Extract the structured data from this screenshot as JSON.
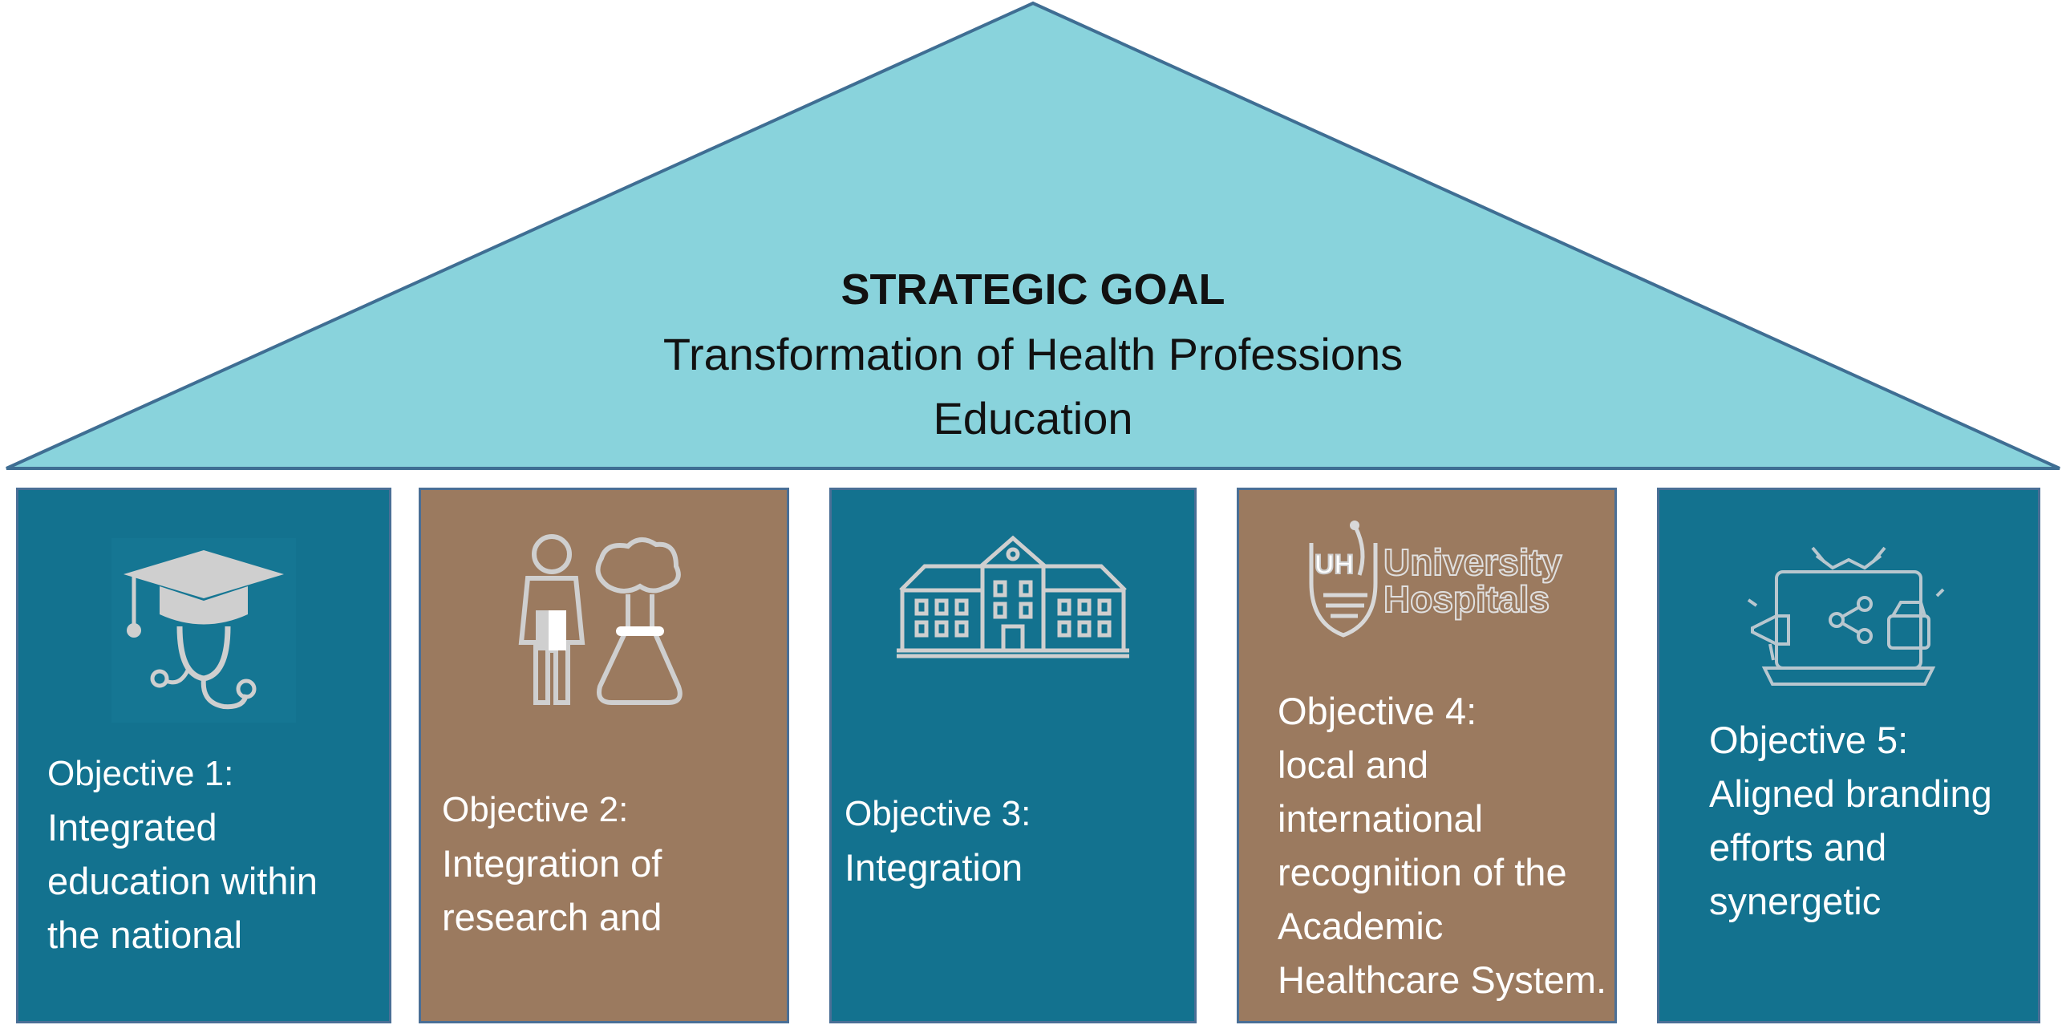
{
  "goal": {
    "title": "STRATEGIC GOAL",
    "subtitle": "Transformation of Health Professions Education"
  },
  "colors": {
    "roof": "#89d3dc",
    "roof_border": "#3f6e93",
    "pillar_blue": "#13728f",
    "pillar_brown": "#9b7a5f",
    "icon_gray": "#cfcfcf"
  },
  "objectives": [
    {
      "label": "Objective 1:",
      "description": "Integrated\neducation within\nthe national",
      "icon": "graduation-cap-stethoscope-icon"
    },
    {
      "label": "Objective 2:",
      "description": "Integration of\nresearch and",
      "icon": "researcher-flask-icon"
    },
    {
      "label": "Objective 3:",
      "description": "Integration",
      "icon": "university-building-icon"
    },
    {
      "label": "Objective 4:",
      "description": "local and\ninternational\nrecognition of the\nAcademic\nHealthcare System.",
      "icon": "university-hospitals-logo",
      "logo_text_line1": "University",
      "logo_text_line2": "Hospitals",
      "logo_monogram": "UH"
    },
    {
      "label": "Objective 5:",
      "description": "Aligned branding\nefforts and\nsynergetic",
      "icon": "branding-laptop-icon"
    }
  ]
}
